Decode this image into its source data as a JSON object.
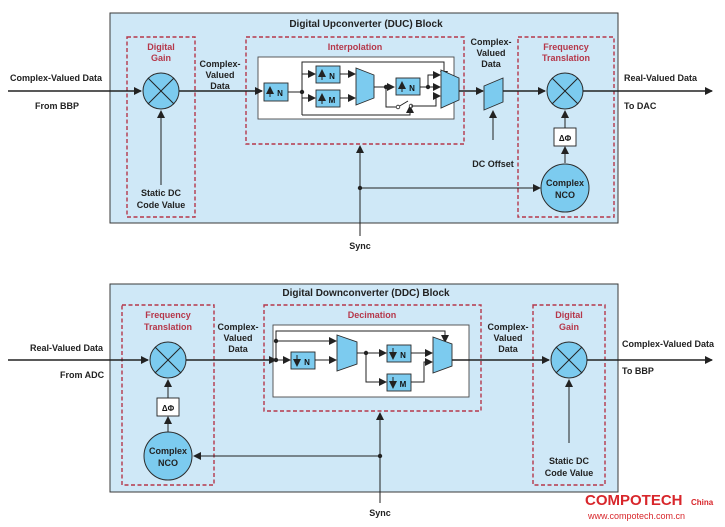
{
  "duc": {
    "title": "Digital Upconverter (DUC) Block",
    "digital_gain": [
      "Digital",
      "Gain"
    ],
    "interpolation": "Interpolation",
    "frequency_translation": [
      "Frequency",
      "Translation"
    ],
    "input_label": [
      "Complex-Valued Data",
      "From BBP"
    ],
    "mid_label": [
      "Complex-",
      "Valued",
      "Data"
    ],
    "mid_label2": [
      "Complex-",
      "Valued",
      "Data"
    ],
    "output_label": [
      "Real-Valued Data",
      "To DAC"
    ],
    "static_dc": [
      "Static DC",
      "Code Value"
    ],
    "dc_offset": "DC Offset",
    "nco": [
      "Complex",
      "NCO"
    ],
    "phase": "ΔΦ",
    "sync": "Sync",
    "n1": "N",
    "n2": "N",
    "m1": "M",
    "n3": "N"
  },
  "ddc": {
    "title": "Digital Downconverter (DDC) Block",
    "frequency_translation": [
      "Frequency",
      "Translation"
    ],
    "decimation": "Decimation",
    "digital_gain": [
      "Digital",
      "Gain"
    ],
    "input_label": [
      "Real-Valued Data",
      "From ADC"
    ],
    "mid_label": [
      "Complex-",
      "Valued",
      "Data"
    ],
    "mid_label2": [
      "Complex-",
      "Valued",
      "Data"
    ],
    "output_label": [
      "Complex-Valued Data",
      "To BBP"
    ],
    "static_dc": [
      "Static DC",
      "Code Value"
    ],
    "nco": [
      "Complex",
      "NCO"
    ],
    "phase": "ΔΦ",
    "sync": "Sync",
    "n1": "N",
    "n2": "N",
    "m1": "M"
  },
  "watermark": {
    "brand": "COMPOTECH",
    "region": "China",
    "url": "www.compotech.com.cn"
  }
}
